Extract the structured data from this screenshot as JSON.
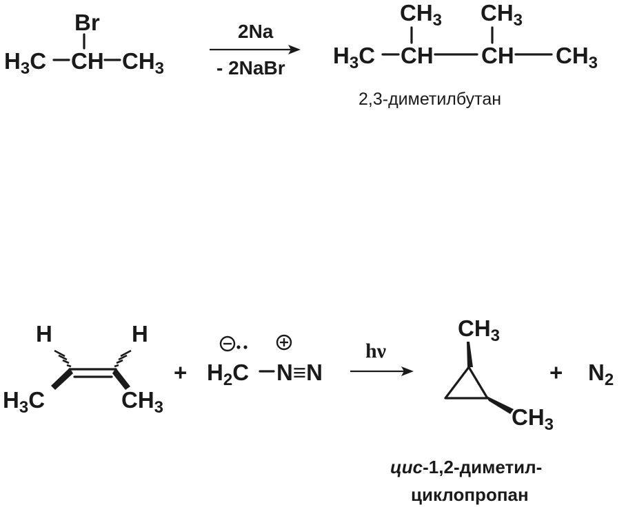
{
  "reaction1": {
    "reactant": {
      "substituent": "Br",
      "chain_left": "H",
      "chain_left_sub": "3",
      "chain_left_end": "C",
      "center": "CH",
      "chain_right": "CH",
      "chain_right_sub": "3"
    },
    "conditions": {
      "above": "2Na",
      "below": "- 2NaBr"
    },
    "product": {
      "branch1": "CH",
      "branch1_sub": "3",
      "branch2": "CH",
      "branch2_sub": "3",
      "chain_left": "H",
      "chain_left_sub": "3",
      "chain_left_end": "C",
      "center1": "CH",
      "center2": "CH",
      "chain_right": "CH",
      "chain_right_sub": "3",
      "name": "2,3-диметилбутан"
    }
  },
  "reaction2": {
    "alkene": {
      "h_left": "H",
      "h_right": "H",
      "methyl_left": "H",
      "methyl_left_sub": "3",
      "methyl_left_end": "C",
      "methyl_right": "CH",
      "methyl_right_sub": "3"
    },
    "plus1": "+",
    "diazomethane": {
      "h2": "H",
      "h2_sub": "2",
      "carbon": "C",
      "nitrogens": "N≡N"
    },
    "conditions": {
      "above": "hν"
    },
    "product": {
      "top_methyl": "CH",
      "top_methyl_sub": "3",
      "bottom_methyl": "CH",
      "bottom_methyl_sub": "3",
      "name_prefix": "цис",
      "name_line1": "-1,2-диметил-",
      "name_line2": "циклопропан"
    },
    "plus2": "+",
    "byproduct": "N",
    "byproduct_sub": "2"
  }
}
